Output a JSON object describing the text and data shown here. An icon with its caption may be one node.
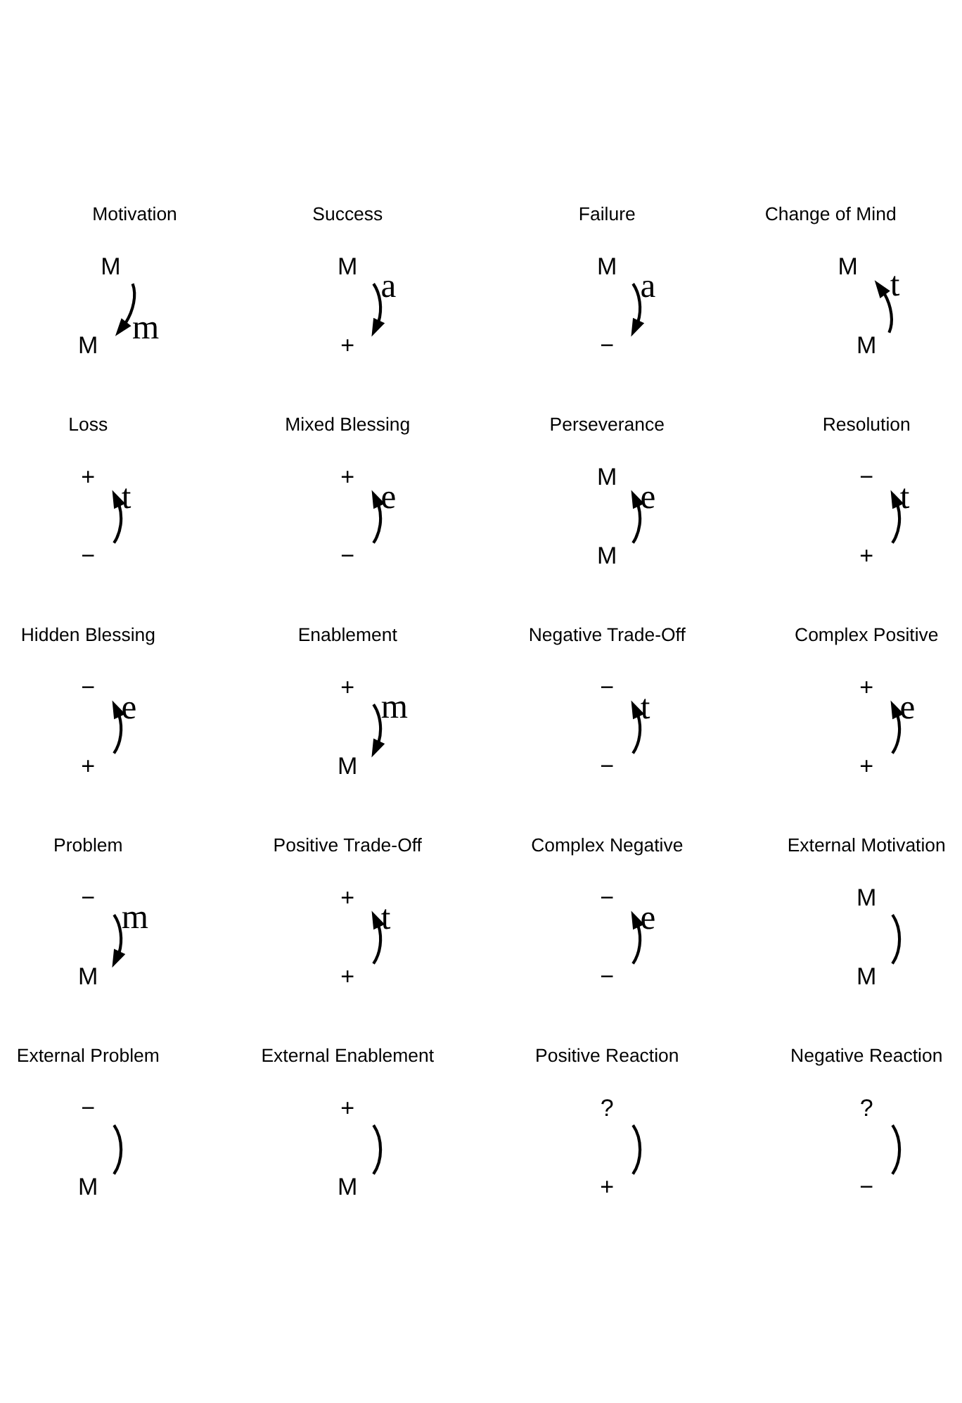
{
  "diagram": {
    "nodes": [
      {
        "text": [
          "M"
        ]
      },
      {
        "text": [
          "M"
        ]
      },
      {
        "text": [
          "M"
        ]
      },
      {
        "text": [
          "+"
        ]
      },
      {
        "text": [
          "M"
        ]
      },
      {
        "text": [
          "−"
        ]
      },
      {
        "text": [
          "M"
        ]
      },
      {
        "text": [
          "M"
        ]
      },
      {
        "text": [
          "+"
        ]
      },
      {
        "text": [
          "−"
        ]
      },
      {
        "text": [
          "+"
        ]
      },
      {
        "text": [
          "−"
        ]
      },
      {
        "text": [
          "M"
        ]
      },
      {
        "text": [
          "M"
        ]
      },
      {
        "text": [
          "−"
        ]
      },
      {
        "text": [
          "+"
        ]
      },
      {
        "text": [
          "−"
        ]
      },
      {
        "text": [
          "+"
        ]
      },
      {
        "text": [
          "+"
        ]
      },
      {
        "text": [
          "M"
        ]
      },
      {
        "text": [
          "−"
        ]
      },
      {
        "text": [
          "−"
        ]
      },
      {
        "text": [
          "+"
        ]
      },
      {
        "text": [
          "+"
        ]
      },
      {
        "text": [
          "−"
        ]
      },
      {
        "text": [
          "M"
        ]
      },
      {
        "text": [
          "+"
        ]
      },
      {
        "text": [
          "+"
        ]
      },
      {
        "text": [
          "−"
        ]
      },
      {
        "text": [
          "−"
        ]
      },
      {
        "text": [
          "M"
        ]
      },
      {
        "text": [
          "M"
        ]
      },
      {
        "text": [
          "−"
        ]
      },
      {
        "text": [
          "M"
        ]
      },
      {
        "text": [
          "+"
        ]
      },
      {
        "text": [
          "M"
        ]
      },
      {
        "text": [
          "?"
        ]
      },
      {
        "text": [
          "+"
        ]
      },
      {
        "text": [
          "?"
        ]
      },
      {
        "text": [
          "−"
        ]
      }
    ],
    "edges": [
      {
        "from": 0,
        "to": 1,
        "arrow": "to",
        "label": "m"
      },
      {
        "from": 2,
        "to": 3,
        "arrow": "to",
        "label": "a"
      },
      {
        "from": 4,
        "to": 5,
        "arrow": "to",
        "label": "a"
      },
      {
        "from": 7,
        "to": 6,
        "arrow": "to",
        "label": "t"
      },
      {
        "from": 9,
        "to": 8,
        "arrow": "to",
        "label": "t"
      },
      {
        "from": 11,
        "to": 10,
        "arrow": "to",
        "label": "e"
      },
      {
        "from": 13,
        "to": 12,
        "arrow": "to",
        "label": "e"
      },
      {
        "from": 15,
        "to": 14,
        "arrow": "to",
        "label": "t"
      },
      {
        "from": 17,
        "to": 16,
        "arrow": "to",
        "label": "e"
      },
      {
        "from": 18,
        "to": 19,
        "arrow": "to",
        "label": "m"
      },
      {
        "from": 21,
        "to": 20,
        "arrow": "to",
        "label": "t"
      },
      {
        "from": 23,
        "to": 22,
        "arrow": "to",
        "label": "e"
      },
      {
        "from": 24,
        "to": 25,
        "arrow": "to",
        "label": "m"
      },
      {
        "from": 27,
        "to": 26,
        "arrow": "to",
        "label": "t"
      },
      {
        "from": 29,
        "to": 28,
        "arrow": "to",
        "label": "e"
      },
      {
        "from": 30,
        "to": 31,
        "arrow": "none"
      },
      {
        "from": 32,
        "to": 33,
        "arrow": "none"
      },
      {
        "from": 34,
        "to": 35,
        "arrow": "none"
      },
      {
        "from": 36,
        "to": 37,
        "arrow": "none"
      },
      {
        "from": 38,
        "to": 39,
        "arrow": "none"
      }
    ],
    "labels": [
      "Motivation",
      "Success",
      "Failure",
      "Change of Mind",
      "Loss",
      "Mixed Blessing",
      "Perseverance",
      "Resolution",
      "Hidden Blessing",
      "Enablement",
      "Negative Trade-Off",
      "Complex Positive",
      "Problem",
      "Positive Trade-Off",
      "Complex Negative",
      "External Motivation",
      "External Problem",
      "External Enablement",
      "Positive Reaction",
      "Negative Reaction"
    ]
  }
}
